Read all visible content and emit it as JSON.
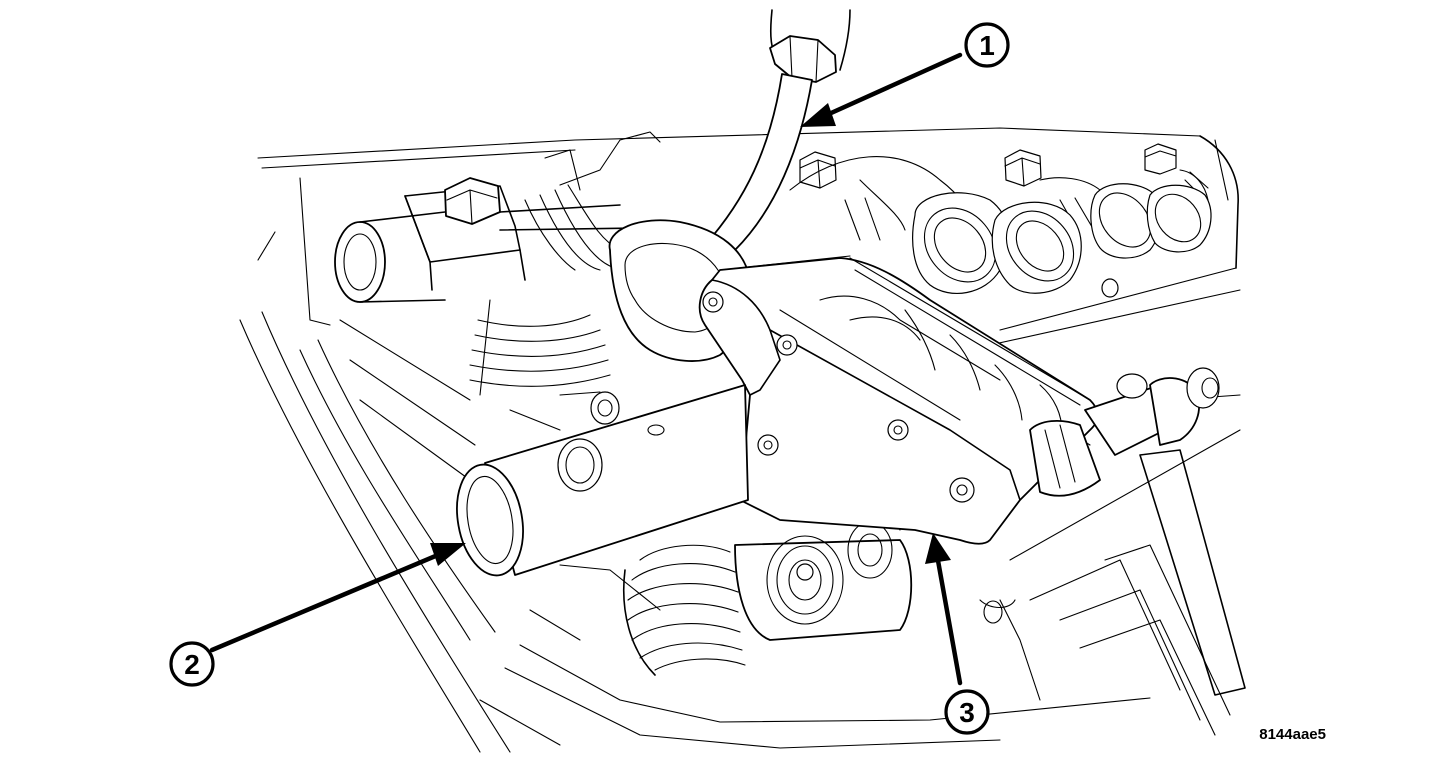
{
  "figure_id": "8144aae5",
  "callouts": [
    {
      "number": "1"
    },
    {
      "number": "2"
    },
    {
      "number": "3"
    }
  ]
}
